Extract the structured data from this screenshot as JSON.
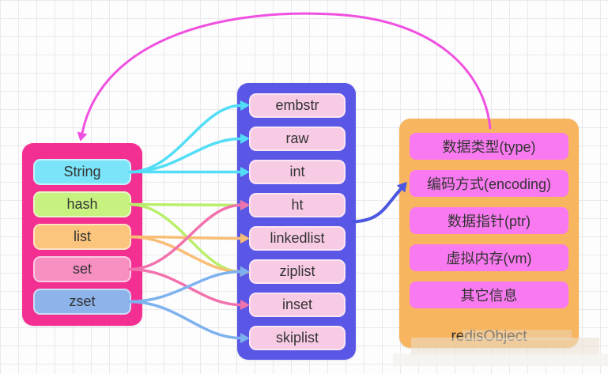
{
  "diagram": {
    "title_hint": "redis object encoding diagram",
    "left_box": {
      "background": "#F42F92",
      "items": [
        {
          "id": "string",
          "label": "String",
          "color": "#7BE4F8"
        },
        {
          "id": "hash",
          "label": "hash",
          "color": "#C8F280"
        },
        {
          "id": "list",
          "label": "list",
          "color": "#FBC57D"
        },
        {
          "id": "set",
          "label": "set",
          "color": "#F78FC1"
        },
        {
          "id": "zset",
          "label": "zset",
          "color": "#8CB3EA"
        }
      ]
    },
    "middle_box": {
      "background": "#5A57E6",
      "pill_color": "#F8CBE5",
      "items": [
        {
          "id": "embstr",
          "label": "embstr"
        },
        {
          "id": "raw",
          "label": "raw"
        },
        {
          "id": "int",
          "label": "int"
        },
        {
          "id": "ht",
          "label": "ht"
        },
        {
          "id": "linkedlist",
          "label": "linkedlist"
        },
        {
          "id": "ziplist",
          "label": "ziplist"
        },
        {
          "id": "inset",
          "label": "inset"
        },
        {
          "id": "skiplist",
          "label": "skiplist"
        }
      ]
    },
    "right_box": {
      "background": "#F8B560",
      "pill_color": "#F97AF0",
      "caption": "redisObject",
      "items": [
        {
          "id": "type",
          "label": "数据类型(type)"
        },
        {
          "id": "encoding",
          "label": "编码方式(encoding)"
        },
        {
          "id": "ptr",
          "label": "数据指针(ptr)"
        },
        {
          "id": "vm",
          "label": "虚拟内存(vm)"
        },
        {
          "id": "other",
          "label": "其它信息"
        }
      ]
    },
    "connections": [
      {
        "from": "string",
        "to": "embstr",
        "color": "#52DEF6",
        "type": "fan"
      },
      {
        "from": "string",
        "to": "raw",
        "color": "#52DEF6",
        "type": "fan"
      },
      {
        "from": "string",
        "to": "int",
        "color": "#52DEF6",
        "type": "fan"
      },
      {
        "from": "hash",
        "to": "ht",
        "color": "#B9EF6A",
        "type": "fan"
      },
      {
        "from": "hash",
        "to": "ziplist",
        "color": "#B9EF6A",
        "type": "fan"
      },
      {
        "from": "list",
        "to": "linkedlist",
        "color": "#F9BE76",
        "type": "fan"
      },
      {
        "from": "list",
        "to": "ziplist",
        "color": "#F9BE76",
        "type": "fan"
      },
      {
        "from": "set",
        "to": "ht",
        "color": "#F272AD",
        "type": "fan"
      },
      {
        "from": "set",
        "to": "inset",
        "color": "#F272AD",
        "type": "fan"
      },
      {
        "from": "zset",
        "to": "ziplist",
        "color": "#7EB2EF",
        "type": "fan"
      },
      {
        "from": "zset",
        "to": "skiplist",
        "color": "#7EB2EF",
        "type": "fan"
      },
      {
        "from": "middle-box",
        "to": "encoding",
        "color": "#4B57E0",
        "type": "encode"
      },
      {
        "from": "redis-box",
        "to": "left-box",
        "color": "#F050E0",
        "type": "return"
      }
    ]
  }
}
